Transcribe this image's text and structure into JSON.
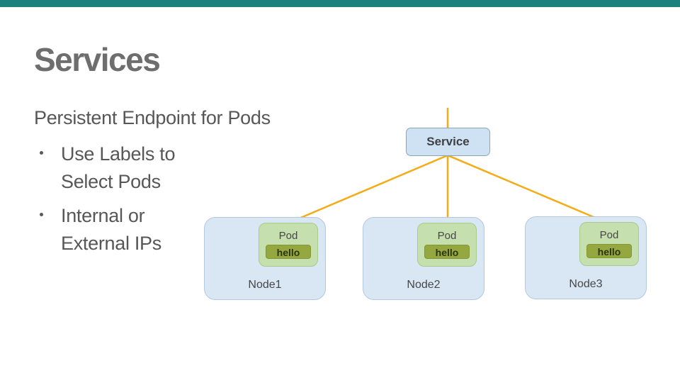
{
  "slide": {
    "title": "Services",
    "subtitle": "Persistent Endpoint for Pods",
    "bullets": [
      {
        "text": "Use Labels to\nSelect Pods"
      },
      {
        "text": "Internal or\nExternal IPs"
      }
    ]
  },
  "diagram": {
    "service_label": "Service",
    "nodes": [
      {
        "name": "Node1",
        "pod_label": "Pod",
        "badge_label": "hello"
      },
      {
        "name": "Node2",
        "pod_label": "Pod",
        "badge_label": "hello"
      },
      {
        "name": "Node3",
        "pod_label": "Pod",
        "badge_label": "hello"
      }
    ],
    "colors": {
      "accent_bar": "#1a807d",
      "connector_line": "#f3ac15",
      "node_fill": "#d9e7f5",
      "node_border": "#b4c7db",
      "pod_fill": "#c5dfae",
      "pod_border": "#a8cb8c",
      "badge_fill": "#95a83f",
      "service_fill": "#cfe2f3",
      "service_border": "#8ba4b8",
      "title_text": "#6e6e6e",
      "body_text": "#575757"
    }
  }
}
